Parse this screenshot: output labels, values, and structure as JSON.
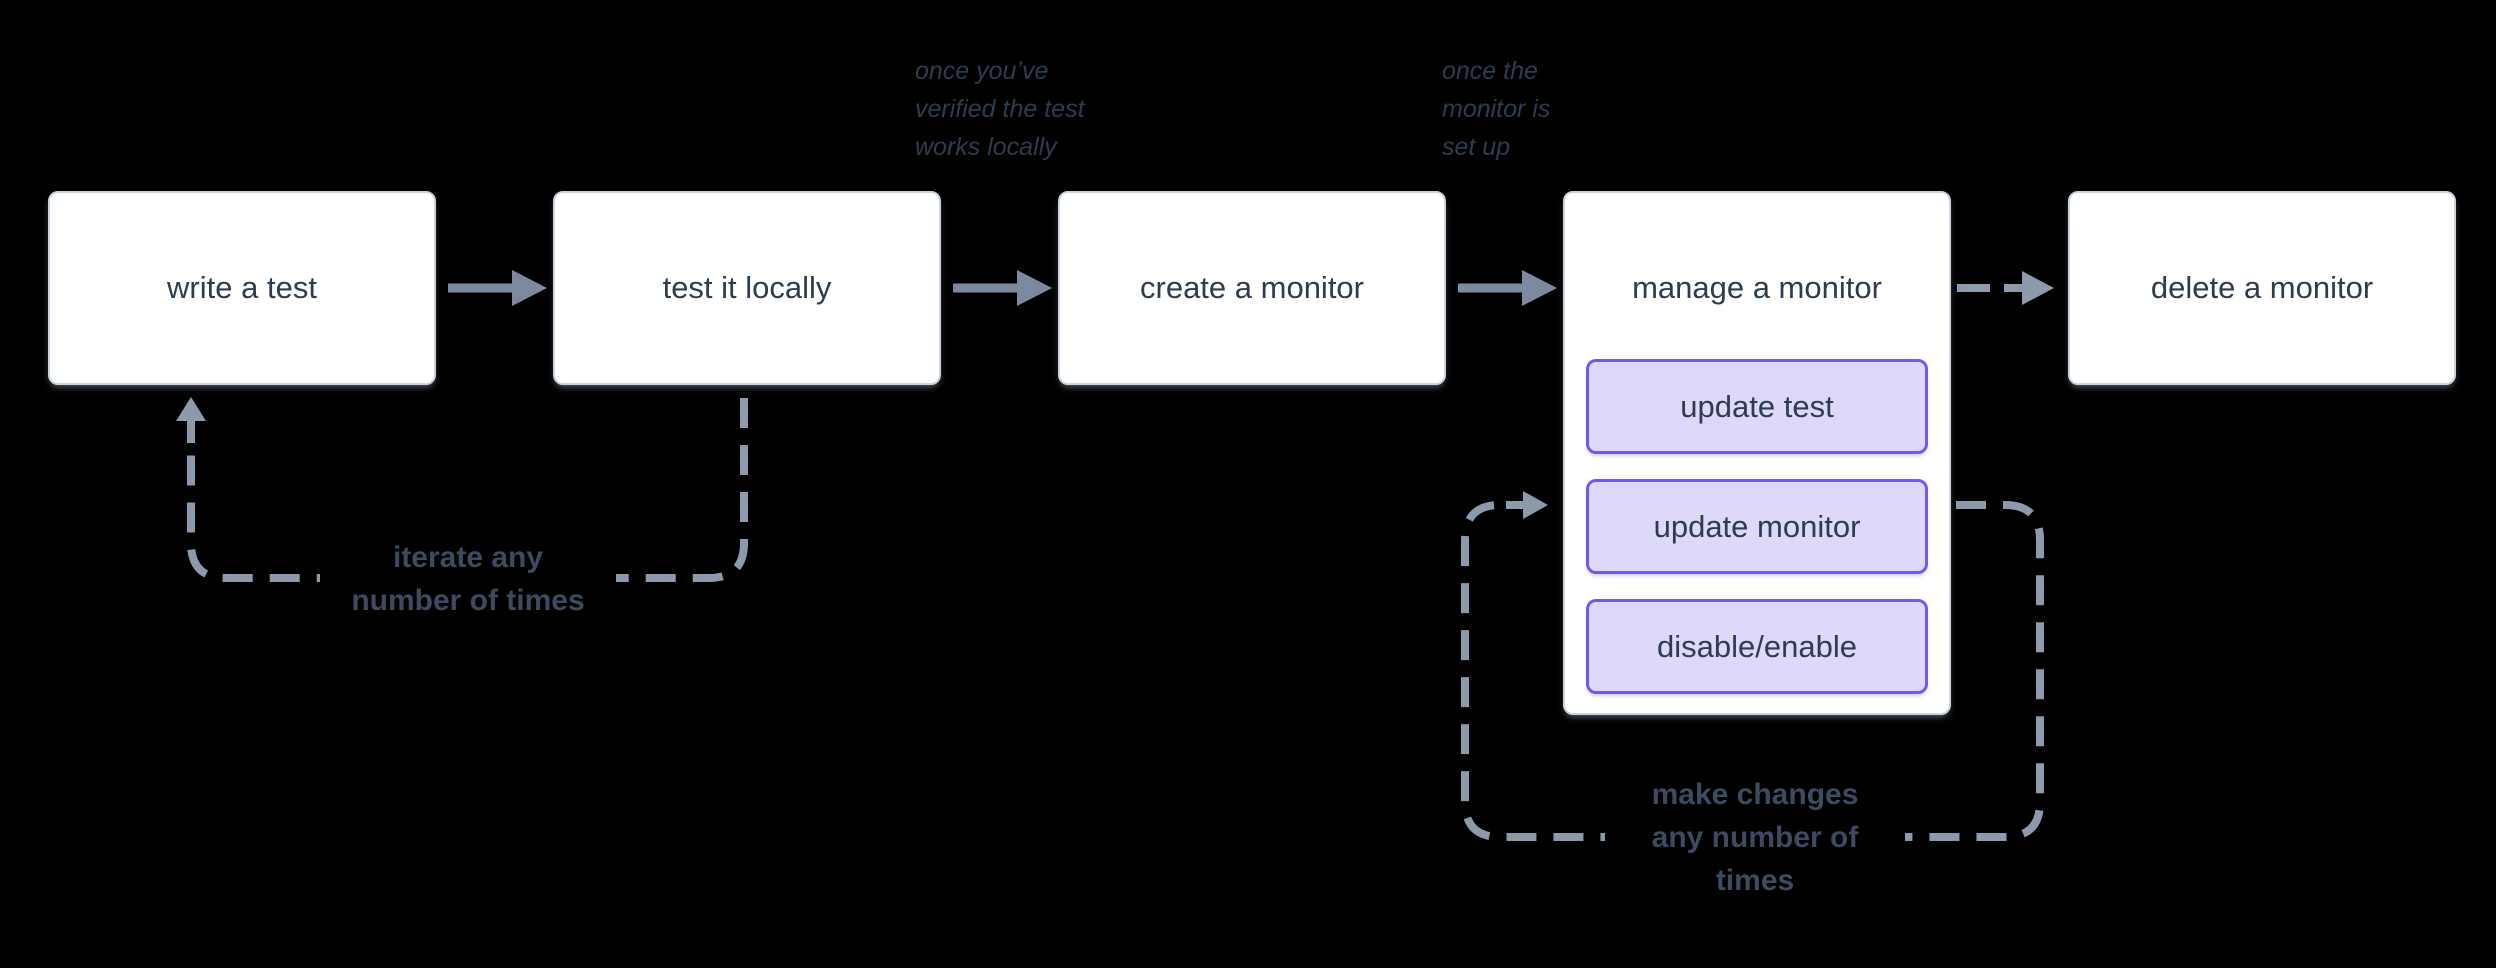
{
  "diagram": {
    "type": "flowchart",
    "nodes": [
      {
        "id": "write-test",
        "label": "write a test"
      },
      {
        "id": "test-locally",
        "label": "test it locally"
      },
      {
        "id": "create-monitor",
        "label": "create a monitor"
      },
      {
        "id": "manage-monitor",
        "label": "manage a monitor",
        "actions": [
          {
            "id": "update-test",
            "label": "update test"
          },
          {
            "id": "update-monitor",
            "label": "update monitor"
          },
          {
            "id": "disable-enable",
            "label": "disable/enable"
          }
        ]
      },
      {
        "id": "delete-monitor",
        "label": "delete a monitor"
      }
    ],
    "edges": [
      {
        "from": "write-test",
        "to": "test-locally",
        "style": "solid"
      },
      {
        "from": "test-locally",
        "to": "create-monitor",
        "style": "solid"
      },
      {
        "from": "create-monitor",
        "to": "manage-monitor",
        "style": "solid"
      },
      {
        "from": "manage-monitor",
        "to": "delete-monitor",
        "style": "dashed"
      },
      {
        "from": "test-locally",
        "to": "write-test",
        "style": "dashed-loop"
      },
      {
        "from": "manage-monitor",
        "to": "manage-monitor",
        "style": "dashed-loop"
      }
    ]
  },
  "annotations": [
    {
      "id": "verified-locally",
      "lines": [
        "once you’ve",
        "verified the test",
        "works locally"
      ]
    },
    {
      "id": "monitor-set-up",
      "lines": [
        "once the",
        "monitor is",
        "set up"
      ]
    }
  ],
  "loop_labels": [
    {
      "id": "iterate",
      "lines": [
        "iterate any",
        "number of times"
      ]
    },
    {
      "id": "make-changes",
      "lines": [
        "make changes",
        "any number of",
        "times"
      ]
    }
  ],
  "colors": {
    "background": "#000000",
    "box_fill": "#ffffff",
    "box_border": "#c9d4df",
    "box_text": "#2d3c4e",
    "action_fill": "#ded9f8",
    "action_border": "#6c5ce8",
    "arrow": "#7b8a9e",
    "dash": "#8c9aab",
    "annotation_text": "#2e3c50",
    "loop_text": "#3c4b5f"
  }
}
